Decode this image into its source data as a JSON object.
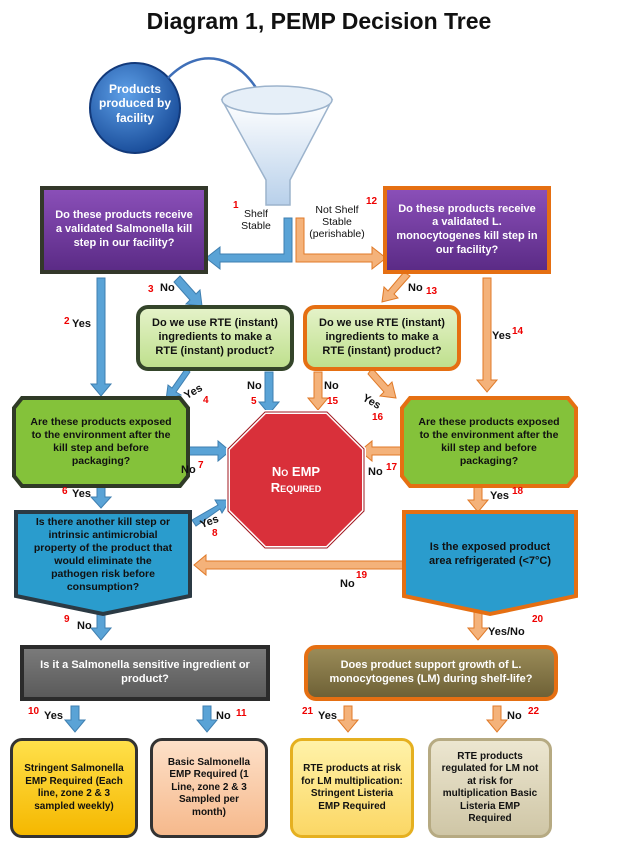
{
  "title": "Diagram 1, PEMP Decision Tree",
  "circle_text": "Products produced by facility",
  "shelf_stable": "Shelf Stable",
  "not_shelf_stable": "Not Shelf Stable (perishable)",
  "nodes": {
    "q_salmonella_kill": "Do these products receive a validated Salmonella kill step in our facility?",
    "q_lm_kill": "Do these products receive a validated L. monocytogenes kill step in our facility?",
    "q_rte_left": "Do we use RTE (instant) ingredients to make a RTE (instant) product?",
    "q_rte_right": "Do we use RTE (instant) ingredients to make a RTE (instant) product?",
    "q_exposed_left": "Are these products exposed to the environment after the kill step and before packaging?",
    "q_exposed_right": "Are these products exposed to the environment after the kill step and before packaging?",
    "no_emp": "No EMP Required",
    "q_another_kill": "Is there another kill step or intrinsic antimicrobial property of the product that would eliminate the pathogen risk before consumption?",
    "q_refrigerated": "Is the exposed product area refrigerated (<7°C)",
    "q_salmonella_sensitive": "Is it a Salmonella sensitive ingredient or product?",
    "q_lm_growth": "Does product support growth of L. monocytogenes (LM) during shelf-life?",
    "r_stringent_salmonella": "Stringent Salmonella EMP Required (Each line, zone 2 & 3 sampled weekly)",
    "r_basic_salmonella": "Basic Salmonella EMP Required (1 Line, zone 2 & 3 Sampled per month)",
    "r_stringent_listeria": "RTE products at risk for LM multiplication: Stringent Listeria EMP Required",
    "r_basic_listeria": "RTE products regulated for LM not at risk for multiplication Basic Listeria EMP Required"
  },
  "edge_labels": {
    "no3": "No",
    "yes2": "Yes",
    "yes4": "Yes",
    "no5": "No",
    "no15": "No",
    "yes16": "Yes",
    "no13": "No",
    "yes14": "Yes",
    "no7": "No",
    "no17": "No",
    "yes6": "Yes",
    "yes8": "Yes",
    "yes18": "Yes",
    "no19": "No",
    "no9": "No",
    "yesno20": "Yes/No",
    "yes10": "Yes",
    "no11": "No",
    "yes21": "Yes",
    "no22": "No"
  },
  "numbers": {
    "n1": "1",
    "n2": "2",
    "n3": "3",
    "n4": "4",
    "n5": "5",
    "n6": "6",
    "n7": "7",
    "n8": "8",
    "n9": "9",
    "n10": "10",
    "n11": "11",
    "n12": "12",
    "n13": "13",
    "n14": "14",
    "n15": "15",
    "n16": "16",
    "n17": "17",
    "n18": "18",
    "n19": "19",
    "n20": "20",
    "n21": "21",
    "n22": "22"
  },
  "colors": {
    "blue_arrow": "#5aa3d6",
    "orange_arrow": "#f0a060",
    "stop_red": "#d9303a"
  }
}
